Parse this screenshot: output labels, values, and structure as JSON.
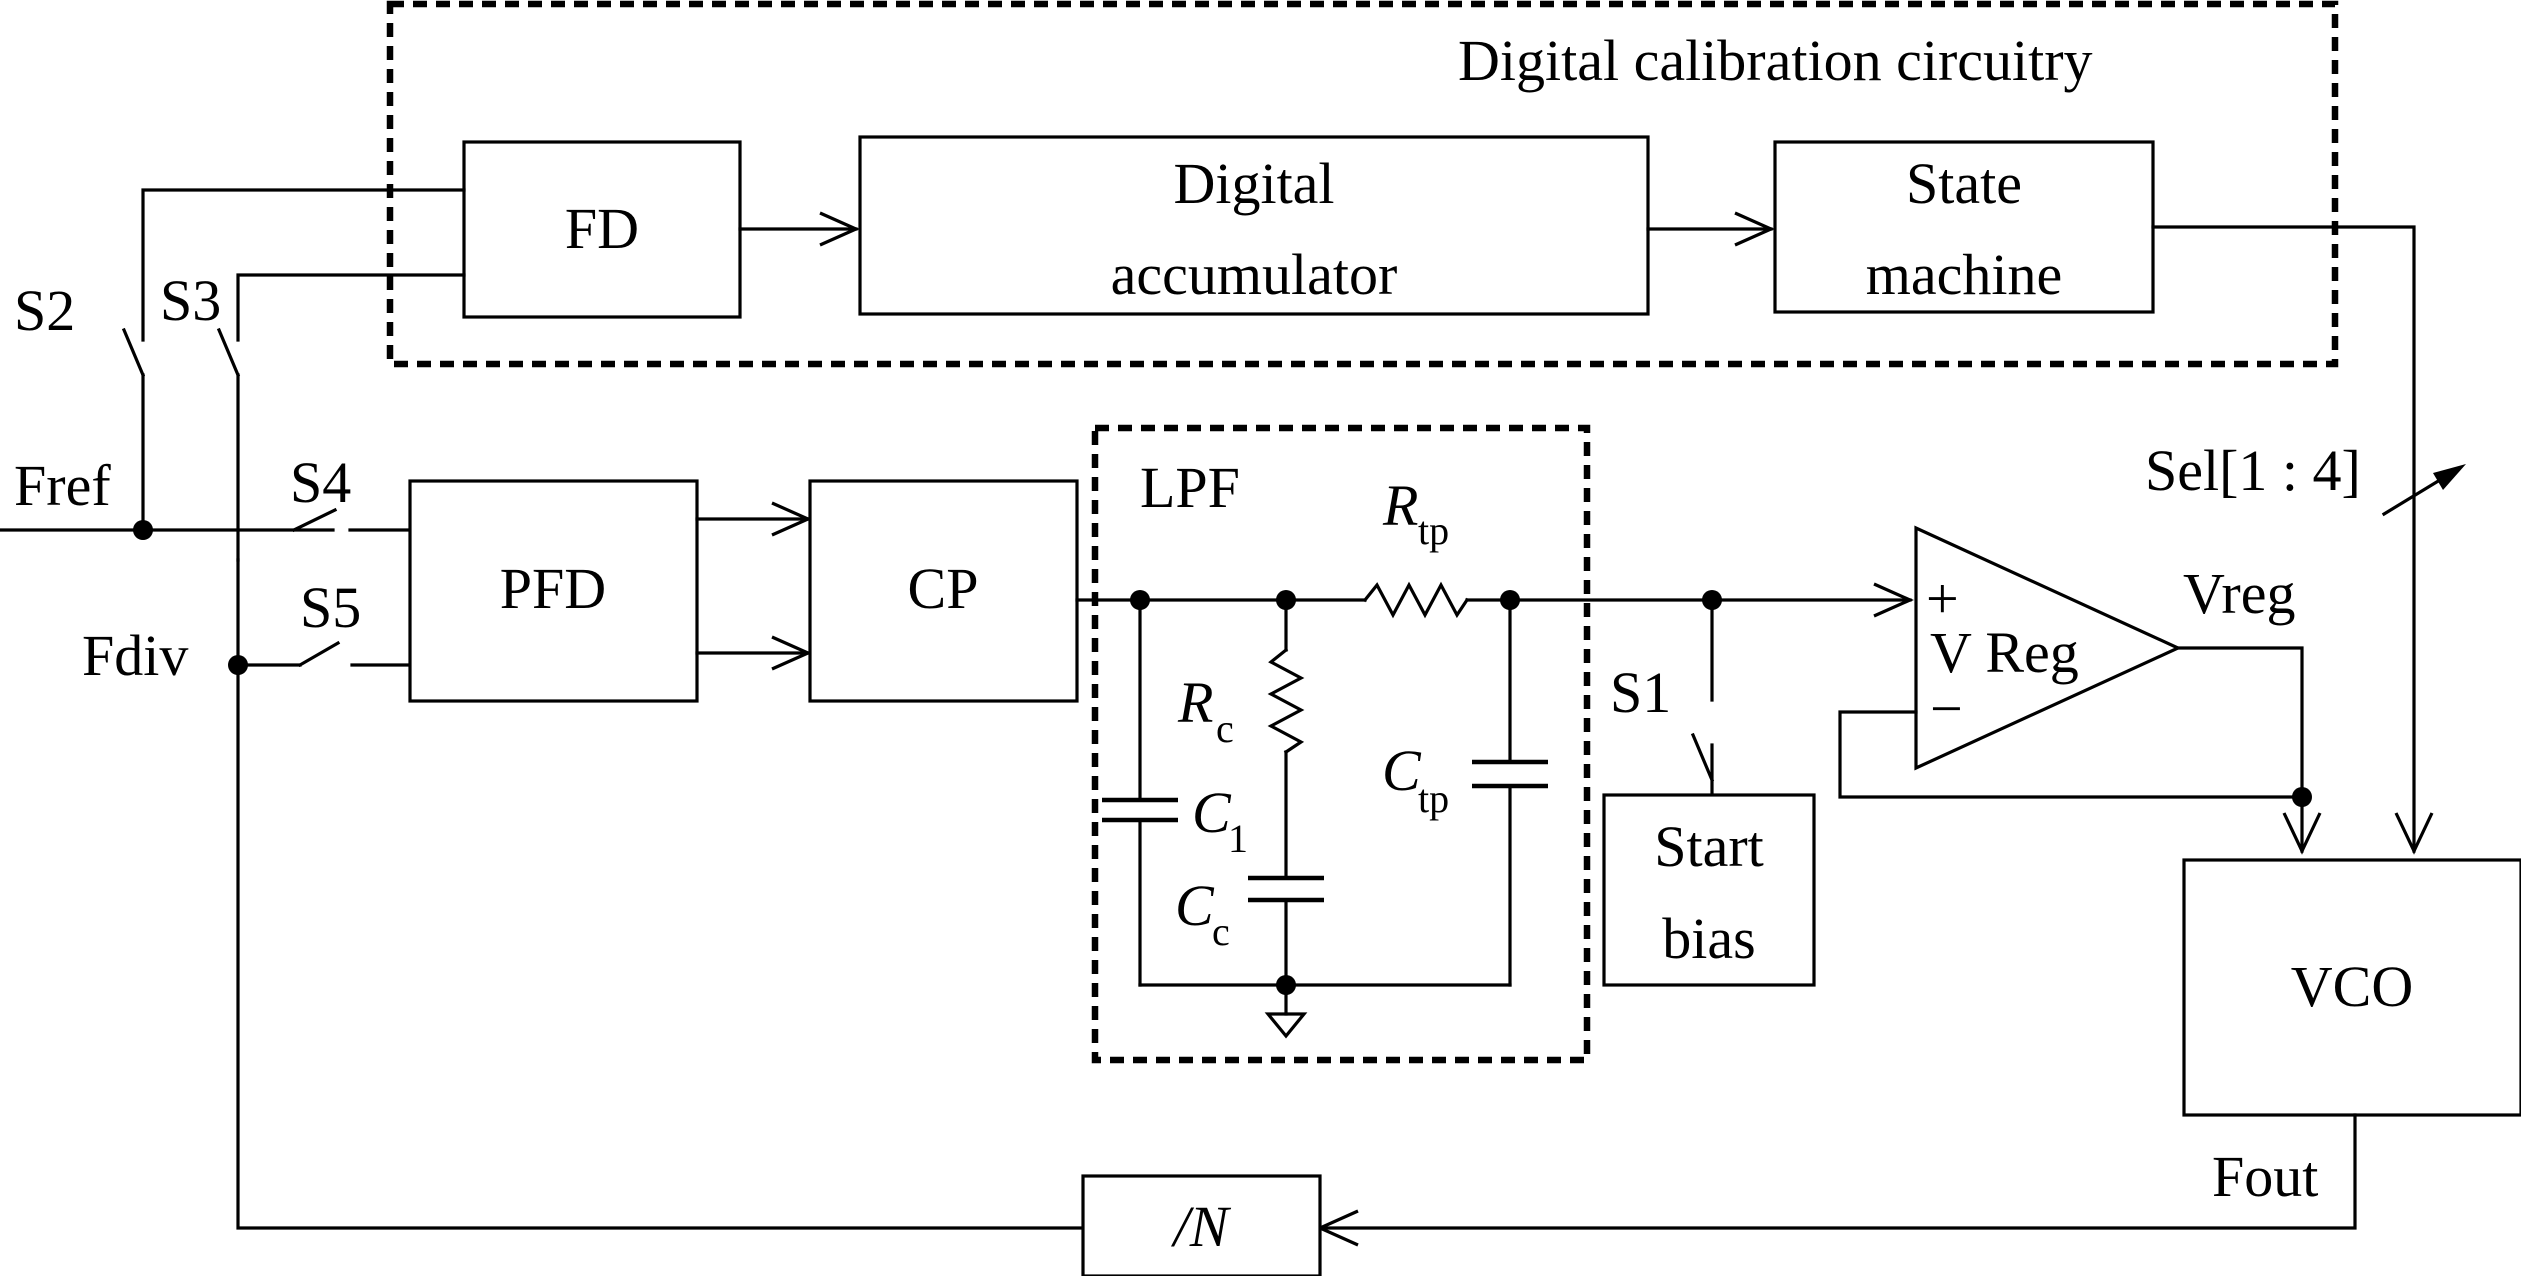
{
  "calibration": {
    "title": "Digital calibration circuitry",
    "fd": "FD",
    "accumulator_line1": "Digital",
    "accumulator_line2": "accumulator",
    "state_line1": "State",
    "state_line2": "machine"
  },
  "switches": {
    "s1": "S1",
    "s2": "S2",
    "s3": "S3",
    "s4": "S4",
    "s5": "S5"
  },
  "signals": {
    "fref": "Fref",
    "fdiv": "Fdiv",
    "sel": "Sel[1 : 4]",
    "vreg": "Vreg",
    "fout": "Fout"
  },
  "blocks": {
    "pfd": "PFD",
    "cp": "CP",
    "vco": "VCO",
    "divider": "/N",
    "startbias_line1": "Start",
    "startbias_line2": "bias",
    "vreg_plus": "+",
    "vreg_minus": "−",
    "vreg_label": "V Reg"
  },
  "lpf": {
    "title": "LPF",
    "rtp": "R",
    "rtp_sub": "tp",
    "rc": "R",
    "rc_sub": "c",
    "c1": "C",
    "c1_sub": "1",
    "cc": "C",
    "cc_sub": "c",
    "ctp": "C",
    "ctp_sub": "tp"
  }
}
